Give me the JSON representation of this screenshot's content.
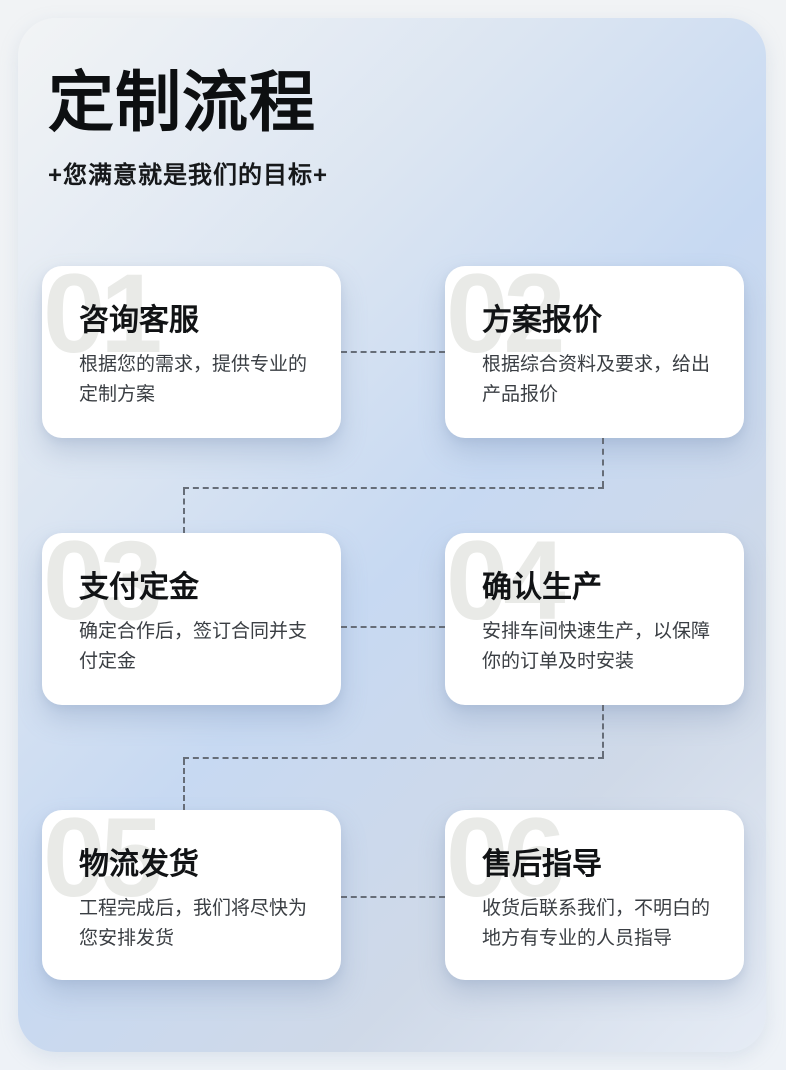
{
  "page": {
    "title": "定制流程",
    "subtitle": "+您满意就是我们的目标+"
  },
  "steps": [
    {
      "number": "01",
      "title": "咨询客服",
      "desc": "根据您的需求，提供专业的\n定制方案"
    },
    {
      "number": "02",
      "title": "方案报价",
      "desc": "根据综合资料及要求，给出\n产品报价"
    },
    {
      "number": "03",
      "title": "支付定金",
      "desc": "确定合作后，签订合同并支\n付定金"
    },
    {
      "number": "04",
      "title": "确认生产",
      "desc": "安排车间快速生产，以保障\n你的订单及时安装"
    },
    {
      "number": "05",
      "title": "物流发货",
      "desc": "工程完成后，我们将尽快为\n您安排发货"
    },
    {
      "number": "06",
      "title": "售后指导",
      "desc": "收货后联系我们，不明白的\n地方有专业的人员指导"
    }
  ],
  "colors": {
    "panel_blue": "#c7d9f2",
    "panel_light": "#f2f4f5",
    "panel_gray_blue": "#cfd9e8",
    "outer_background": "#eef2f7",
    "card_background": "#ffffff",
    "step_number": "#e9eae7",
    "title_text": "#0d0f11",
    "desc_text": "#3a3e43",
    "connector_dash": "#666d78"
  }
}
